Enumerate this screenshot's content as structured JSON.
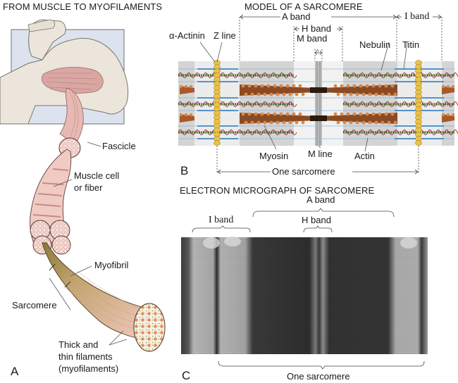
{
  "panel_a": {
    "title": "FROM MUSCLE TO MYOFILAMENTS",
    "letter": "A",
    "labels": {
      "fascicle": "Fascicle",
      "muscle_cell_line1": "Muscle cell",
      "muscle_cell_line2": "or fiber",
      "myofibril": "Myofibril",
      "sarcomere": "Sarcomere",
      "filaments_line1": "Thick and",
      "filaments_line2": "thin filaments",
      "filaments_line3": "(myofilaments)"
    }
  },
  "panel_b": {
    "title": "MODEL OF A SARCOMERE",
    "letter": "B",
    "labels": {
      "a_band": "A band",
      "i_band": "I band",
      "h_band": "H band",
      "m_band": "M band",
      "alpha_actinin": "α-Actinin",
      "z_line": "Z line",
      "nebulin": "Nebulin",
      "titin": "Titin",
      "myosin": "Myosin",
      "m_line": "M line",
      "actin": "Actin",
      "one_sarcomere": "One sarcomere"
    }
  },
  "panel_c": {
    "title": "ELECTRON MICROGRAPH OF SARCOMERE",
    "letter": "C",
    "labels": {
      "a_band": "A band",
      "i_band": "I band",
      "h_band": "H band",
      "one_sarcomere": "One sarcomere"
    }
  }
}
